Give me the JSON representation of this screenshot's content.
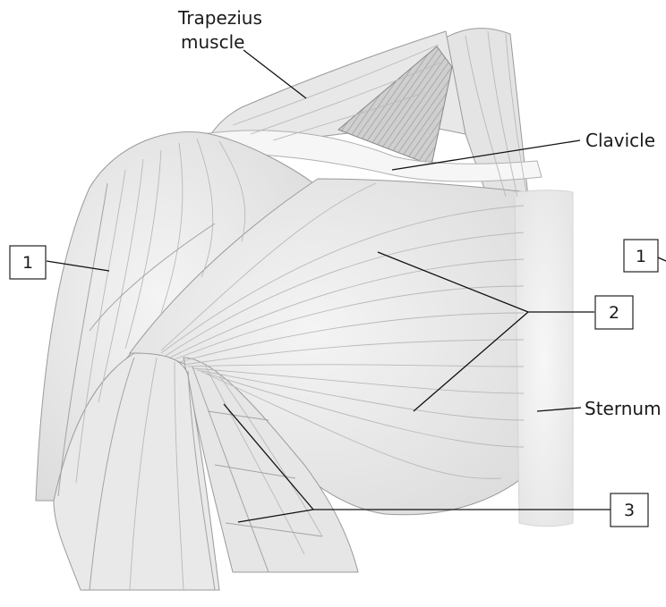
{
  "labels": {
    "trapezius_line1": "Trapezius",
    "trapezius_line2": "muscle",
    "clavicle": "Clavicle",
    "sternum": "Sternum"
  },
  "callouts": {
    "box_1_left": "1",
    "box_1_right": "1",
    "box_2": "2",
    "box_3": "3"
  }
}
